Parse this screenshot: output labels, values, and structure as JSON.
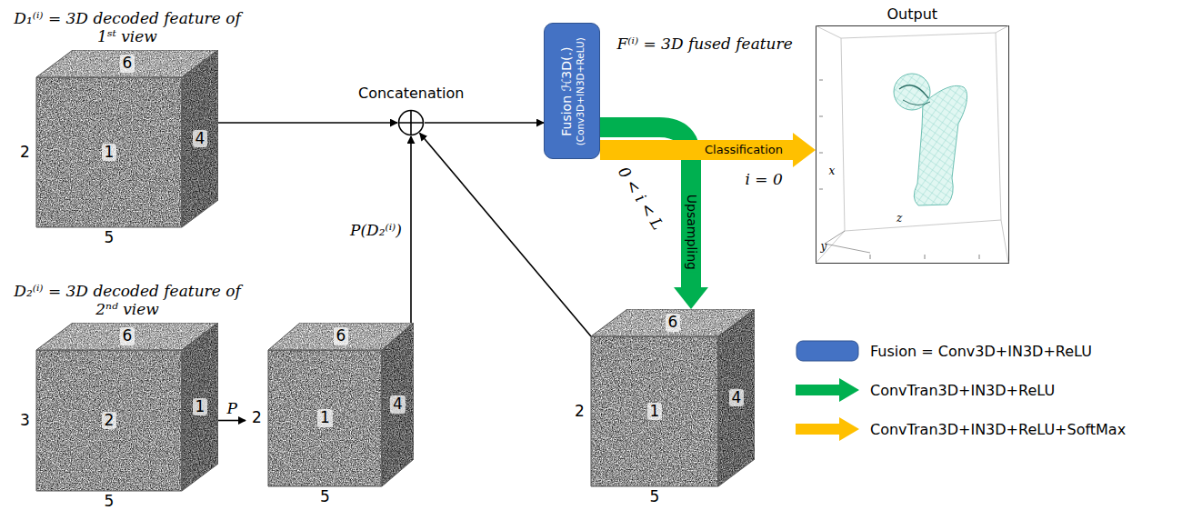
{
  "diagram": {
    "nodes": [
      {
        "text": [
          "D₁⁽ⁱ⁾ = 3D decoded feature of 1ˢᵗ view",
          "6",
          "1",
          "4",
          "2",
          "5"
        ]
      },
      {
        "text": [
          "D₂⁽ⁱ⁾ = 3D decoded feature of 2ⁿᵈ view",
          "6",
          "2",
          "1",
          "3",
          "5"
        ]
      },
      {
        "text": [
          "6",
          "1",
          "4",
          "2",
          "5"
        ]
      },
      {
        "text": [
          "Concatenation"
        ]
      },
      {
        "text": [
          "Fusion ℋ3D(.)",
          "(Conv3D+IN3D+ReLU)"
        ]
      },
      {
        "text": [
          "6",
          "1",
          "4",
          "2",
          "5"
        ]
      },
      {
        "text": [
          "Output",
          "x",
          "z",
          "y"
        ]
      }
    ],
    "edges": [
      {
        "from": 0,
        "to": 3,
        "arrow": "to"
      },
      {
        "from": 1,
        "to": 2,
        "label": "P",
        "arrow": "to"
      },
      {
        "from": 2,
        "to": 3,
        "label": "P(D₂⁽ⁱ⁾)",
        "arrow": "to"
      },
      {
        "from": 3,
        "to": 4,
        "arrow": "to"
      },
      {
        "from": 4,
        "to": 6,
        "label": "Classification",
        "arrow": "to"
      },
      {
        "from": 4,
        "to": 5,
        "label": "Upsampling",
        "arrow": "to"
      },
      {
        "from": 5,
        "to": 3,
        "arrow": "to"
      }
    ],
    "labels": [
      "F⁽ⁱ⁾ = 3D fused feature",
      "i = 0",
      "0 < i < L"
    ],
    "legend": [
      {
        "text": "Fusion = Conv3D+IN3D+ReLU",
        "color": "#4472C4"
      },
      {
        "text": "ConvTran3D+IN3D+ReLU",
        "color": "#00B050"
      },
      {
        "text": "ConvTran3D+IN3D+ReLU+SoftMax",
        "color": "#FFC000"
      }
    ]
  }
}
